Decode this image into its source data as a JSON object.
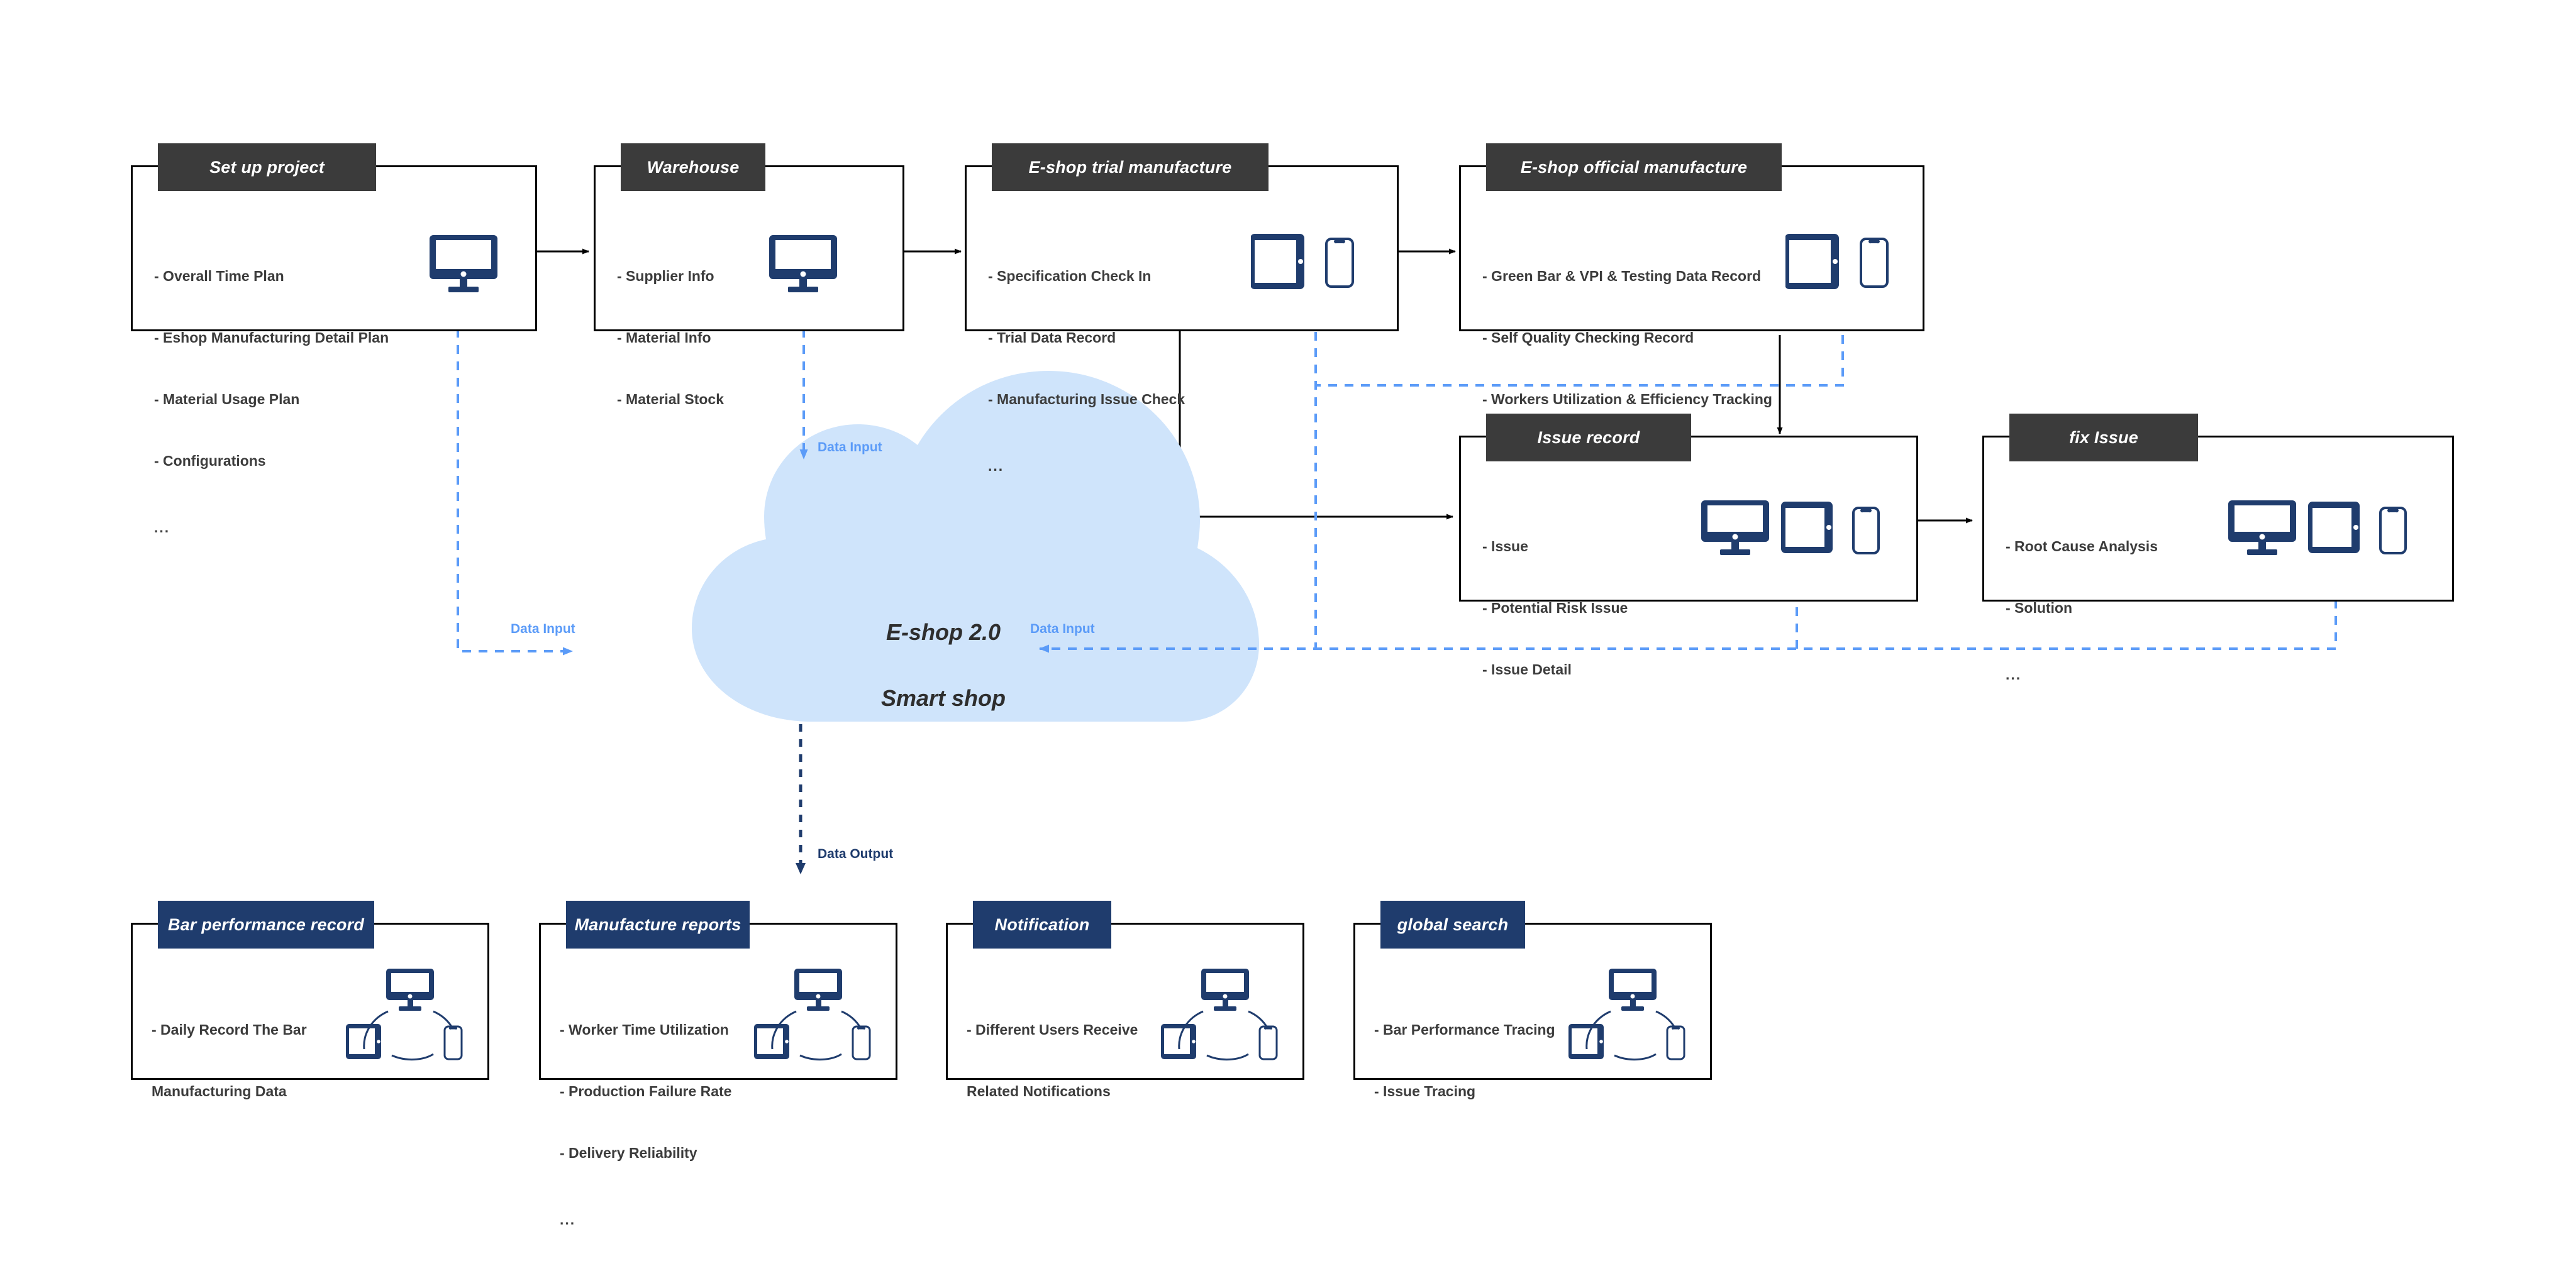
{
  "diagram": {
    "title": "E-shop 2.0 Smart shop data flow",
    "colors": {
      "background": "#ffffff",
      "process_header": "#3b3b3b",
      "output_header": "#1f3c6d",
      "device_icon": "#1f3c6d",
      "cloud_fill": "#cfe4fb",
      "data_input_arrow": "#5b9bf8",
      "data_output_arrow": "#1f3c6d",
      "box_border": "#000000",
      "bullet_text": "#3c3c3c"
    },
    "cloud": {
      "line1": "E-shop 2.0",
      "line2": "Smart shop"
    },
    "flow_labels": {
      "data_input": "Data Input",
      "data_output": "Data Output"
    },
    "process_nodes": [
      {
        "id": "set-up-project",
        "title": "Set up project",
        "bullets": [
          "- Overall Time Plan",
          "- Eshop Manufacturing Detail Plan",
          "- Material Usage Plan",
          "- Configurations"
        ],
        "ellipsis": "...",
        "devices": [
          "desktop"
        ]
      },
      {
        "id": "warehouse",
        "title": "Warehouse",
        "bullets": [
          "- Supplier Info",
          "- Material Info",
          "- Material Stock"
        ],
        "ellipsis": "",
        "devices": [
          "desktop"
        ]
      },
      {
        "id": "e-shop-trial-manufacture",
        "title": "E-shop trial manufacture",
        "bullets": [
          "- Specification Check In",
          "- Trial Data Record",
          "- Manufacturing Issue Check"
        ],
        "ellipsis": "...",
        "devices": [
          "tablet",
          "phone"
        ]
      },
      {
        "id": "e-shop-official-manufacture",
        "title": "E-shop official manufacture",
        "bullets": [
          "- Green Bar & VPI & Testing Data Record",
          "- Self Quality Checking Record",
          "- Workers Utilization & Efficiency Tracking"
        ],
        "ellipsis": "...",
        "devices": [
          "tablet",
          "phone"
        ]
      },
      {
        "id": "issue-record",
        "title": "Issue record",
        "bullets": [
          "- Issue",
          "- Potential Risk Issue",
          "- Issue Detail"
        ],
        "ellipsis": "",
        "devices": [
          "desktop",
          "tablet",
          "phone"
        ]
      },
      {
        "id": "fix-issue",
        "title": "fix Issue",
        "bullets": [
          "- Root Cause Analysis",
          "- Solution"
        ],
        "ellipsis": "...",
        "devices": [
          "desktop",
          "tablet",
          "phone"
        ]
      }
    ],
    "output_nodes": [
      {
        "id": "bar-performance-record",
        "title": "Bar performance record",
        "bullets": [
          "- Daily Record The Bar",
          "Manufacturing Data"
        ],
        "ellipsis": "",
        "devices": [
          "desktop",
          "tablet",
          "phone"
        ]
      },
      {
        "id": "manufacture-reports",
        "title": "Manufacture reports",
        "bullets": [
          "- Worker Time Utilization",
          "- Production Failure Rate",
          "- Delivery Reliability"
        ],
        "ellipsis": "...",
        "devices": [
          "desktop",
          "tablet",
          "phone"
        ]
      },
      {
        "id": "notification",
        "title": "Notification",
        "bullets": [
          "- Different Users Receive",
          "Related Notifications"
        ],
        "ellipsis": "",
        "devices": [
          "desktop",
          "tablet",
          "phone"
        ]
      },
      {
        "id": "global-search",
        "title": "global search",
        "bullets": [
          "- Bar Performance Tracing",
          "- Issue Tracing"
        ],
        "ellipsis": "",
        "devices": [
          "desktop",
          "tablet",
          "phone"
        ]
      }
    ]
  }
}
